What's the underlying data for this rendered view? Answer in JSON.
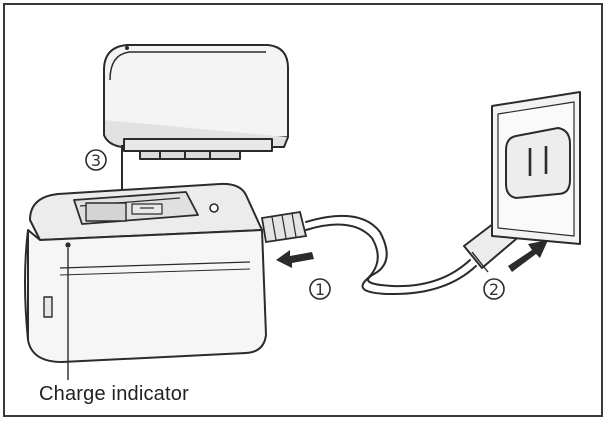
{
  "caption": "Charge indicator",
  "steps": {
    "step1": "1",
    "step2": "2",
    "step3": "3"
  },
  "colors": {
    "line": "#2b2b2b",
    "fill_light": "#f4f4f4",
    "fill_mid": "#e2e2e2",
    "shade": "#cfcfcf"
  }
}
